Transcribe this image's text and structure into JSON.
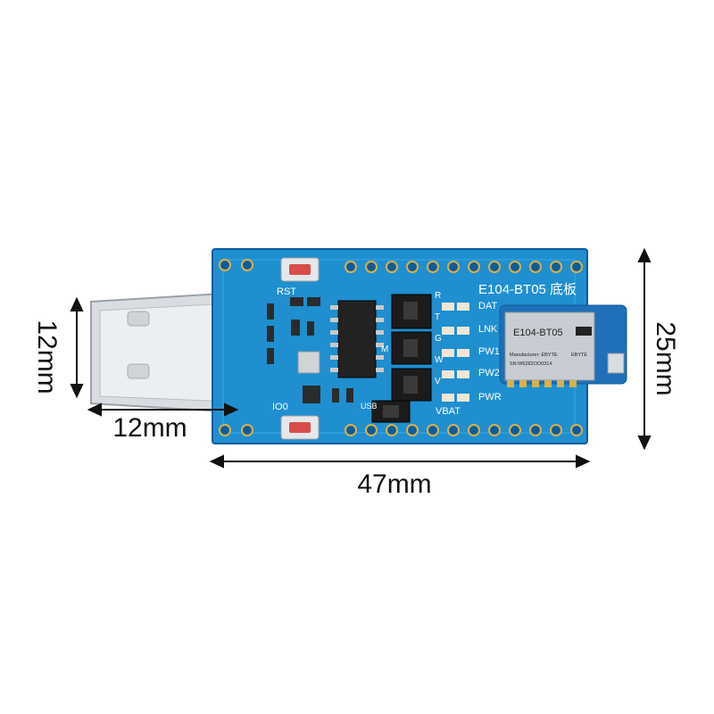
{
  "dimensions": {
    "usb_height": "12mm",
    "usb_length": "12mm",
    "board_length": "47mm",
    "board_width": "25mm"
  },
  "board": {
    "title": "E104-BT05 底板",
    "module_name": "E104-BT05",
    "module_manufacturer": "Manufacturer: EBYTE",
    "module_brand": "EBYTE",
    "module_serial": "SN:W6282OO0314",
    "silkscreen": {
      "rst": "RST",
      "io0": "IO0",
      "dat": "DAT",
      "lnk": "LNK",
      "pw1": "PW1",
      "pw2": "PW2",
      "pwr": "PWR",
      "vbat": "VBAT",
      "usb": "USB",
      "r": "R",
      "t": "T",
      "g": "G",
      "w": "W",
      "v": "V",
      "m": "M"
    }
  },
  "colors": {
    "pcb": "#1f8fd0",
    "pcb_dark": "#0f5c99",
    "usb_metal": "#d9dde2",
    "button_red": "#d94c4c",
    "module_body": "#c8cdd3"
  }
}
